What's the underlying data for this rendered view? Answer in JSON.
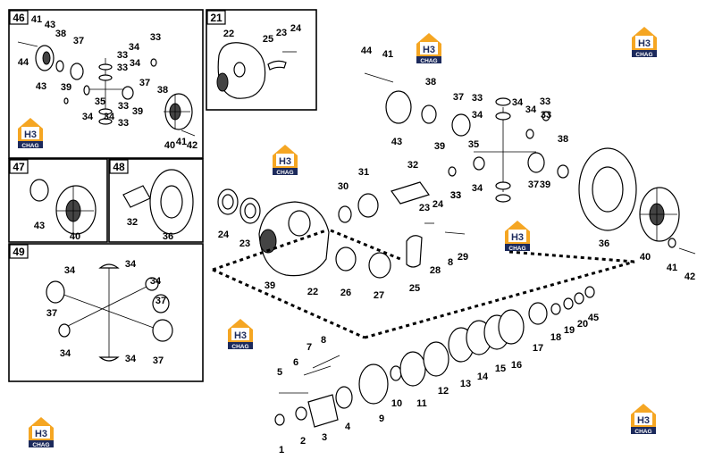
{
  "logo": {
    "text": "CHAG",
    "mark": "H3",
    "colors": {
      "orange": "#f5a623",
      "navy": "#1c2a5c"
    }
  },
  "insets": {
    "i46": {
      "tag": "46"
    },
    "i21": {
      "tag": "21"
    },
    "i47": {
      "tag": "47"
    },
    "i48": {
      "tag": "48"
    },
    "i49": {
      "tag": "49"
    }
  },
  "callouts": {
    "i46": [
      "41",
      "43",
      "38",
      "37",
      "34",
      "33",
      "44",
      "43",
      "39",
      "34",
      "33",
      "33",
      "34",
      "35",
      "37",
      "38",
      "33",
      "39",
      "33",
      "34",
      "40",
      "41",
      "42"
    ],
    "i21": [
      "22",
      "25",
      "23",
      "24"
    ],
    "i47": [
      "43",
      "40"
    ],
    "i48": [
      "32",
      "36"
    ],
    "i49": [
      "34",
      "37",
      "34",
      "34",
      "37",
      "34",
      "34",
      "37"
    ],
    "main": [
      "44",
      "41",
      "38",
      "37",
      "33",
      "34",
      "33",
      "34",
      "33",
      "43",
      "39",
      "35",
      "34",
      "38",
      "37",
      "39",
      "34",
      "33",
      "31",
      "32",
      "30",
      "33",
      "24",
      "23",
      "24",
      "23",
      "22",
      "8",
      "29",
      "28",
      "25",
      "26",
      "27",
      "39",
      "36",
      "40",
      "41",
      "42",
      "7",
      "6",
      "5",
      "8",
      "9",
      "10",
      "11",
      "12",
      "13",
      "14",
      "15",
      "16",
      "17",
      "18",
      "19",
      "20",
      "45",
      "1",
      "2",
      "3",
      "4"
    ]
  }
}
